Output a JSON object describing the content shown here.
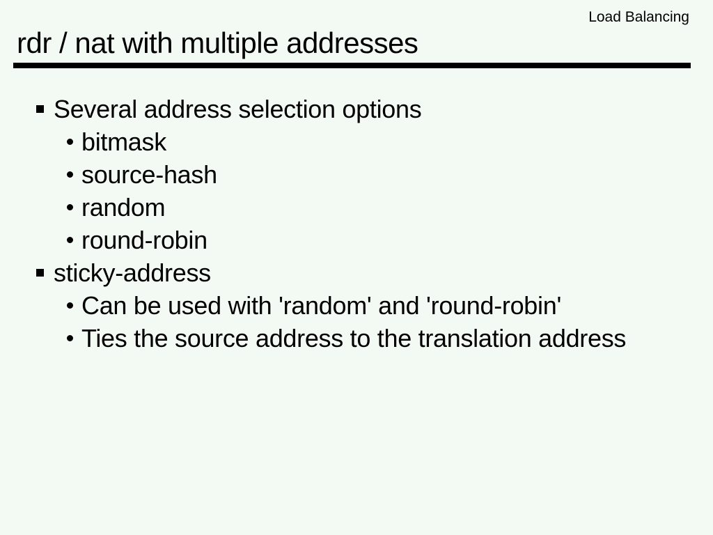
{
  "page": {
    "background_color": "#f3f9f3",
    "text_color": "#000000",
    "rule_color": "#000000"
  },
  "header": {
    "corner_label": "Load Balancing",
    "title": "rdr / nat with multiple addresses"
  },
  "slide": {
    "bullets": [
      {
        "level": 1,
        "text": "Several address selection options"
      },
      {
        "level": 2,
        "text": "bitmask"
      },
      {
        "level": 2,
        "text": "source-hash"
      },
      {
        "level": 2,
        "text": "random"
      },
      {
        "level": 2,
        "text": "round-robin"
      },
      {
        "level": 1,
        "text": "sticky-address"
      },
      {
        "level": 2,
        "text": "Can be used with 'random' and 'round-robin'"
      },
      {
        "level": 2,
        "text": "Ties the source address to the translation address"
      }
    ]
  }
}
